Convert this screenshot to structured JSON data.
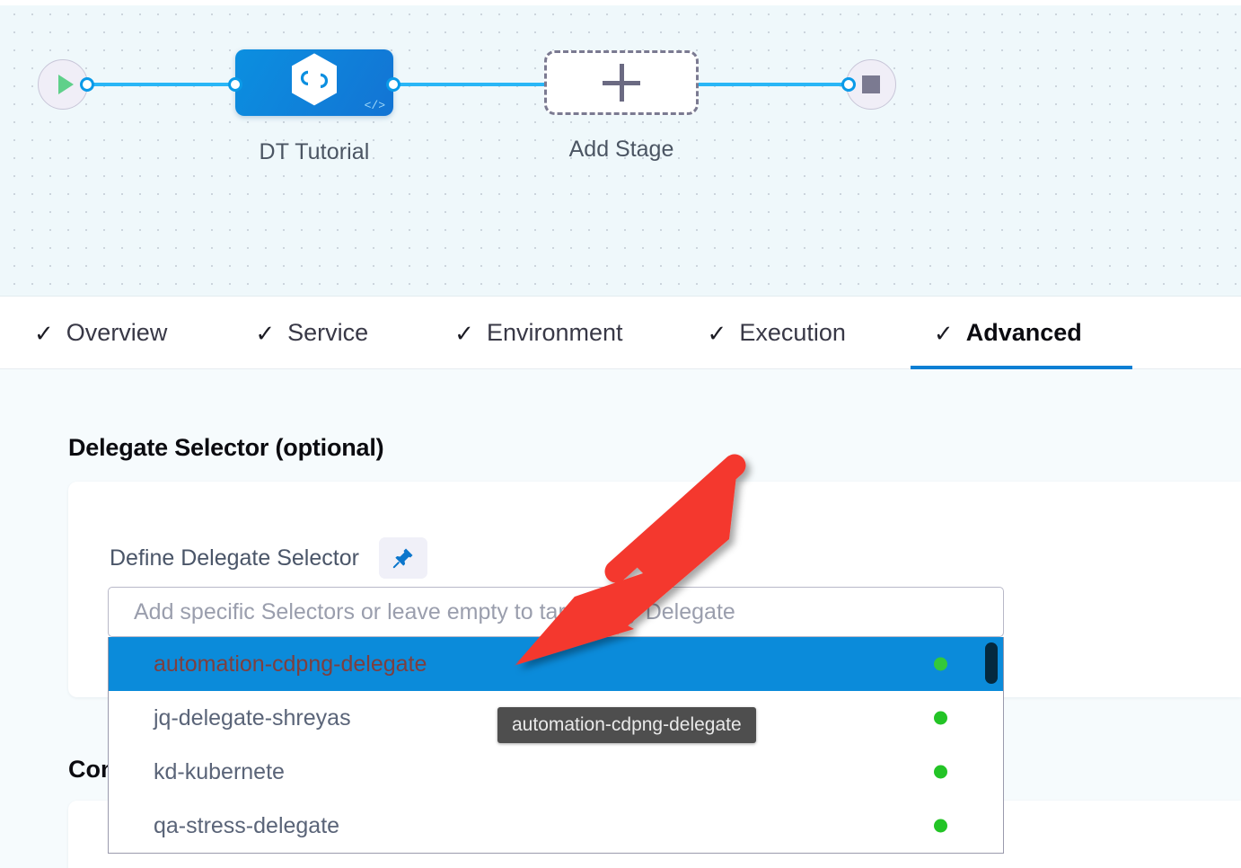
{
  "pipeline": {
    "start_node": {
      "icon": "play-icon",
      "label": ""
    },
    "stage": {
      "label": "DT Tutorial",
      "icon": "harness-hexagon-icon",
      "badge_icon": "code-icon"
    },
    "add_stage": {
      "label": "Add Stage",
      "icon": "plus-icon"
    },
    "end_node": {
      "icon": "stop-icon",
      "label": ""
    }
  },
  "tabs": [
    {
      "label": "Overview",
      "check": "✓",
      "active": false
    },
    {
      "label": "Service",
      "check": "✓",
      "active": false
    },
    {
      "label": "Environment",
      "check": "✓",
      "active": false
    },
    {
      "label": "Execution",
      "check": "✓",
      "active": false
    },
    {
      "label": "Advanced",
      "check": "✓",
      "active": true
    }
  ],
  "main": {
    "section_title": "Delegate Selector (optional)",
    "field_label": "Define Delegate Selector",
    "pin_icon": "pin-icon",
    "section_title_2": "Conditional Execution"
  },
  "combobox": {
    "placeholder": "Add specific Selectors or leave empty to target any Delegate",
    "value": "",
    "options": [
      {
        "label": "automation-cdpng-delegate",
        "status": "connected",
        "selected": true
      },
      {
        "label": "jq-delegate-shreyas",
        "status": "connected",
        "selected": false
      },
      {
        "label": "kd-kubernete",
        "status": "connected",
        "selected": false
      },
      {
        "label": "qa-stress-delegate",
        "status": "connected",
        "selected": false
      }
    ]
  },
  "tooltip": {
    "text": "automation-cdpng-delegate"
  },
  "annotation": {
    "type": "arrow",
    "color": "#f4392f"
  },
  "colors": {
    "accent_blue": "#0b7fd4",
    "selected_row": "#0b8bda",
    "status_green": "#23c426",
    "canvas_bg": "#eff8fb",
    "page_bg": "#f6fbfd",
    "tooltip_bg": "#4e4e4e",
    "annotation_red": "#f4392f"
  }
}
